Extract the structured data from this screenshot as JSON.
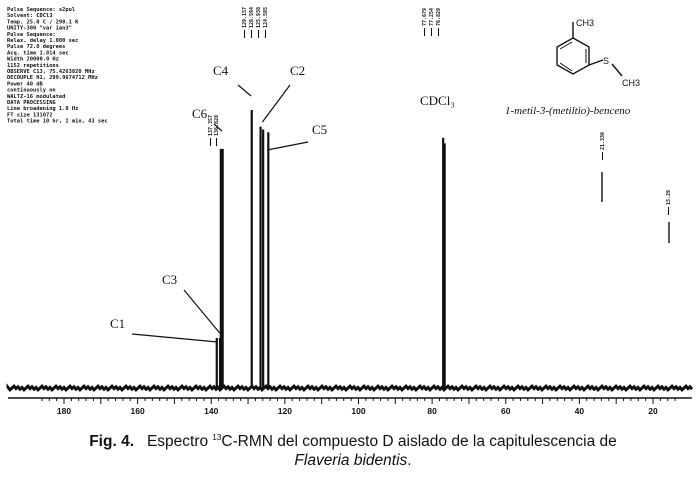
{
  "pulse_params": [
    "Pulse Sequence: s2pul",
    "Solvent: CDCl3",
    "Temp. 25.0 C / 298.1 K",
    "UNITY-300 \"var ian3\"",
    "Pulse Sequence:",
    "Relax. delay 1.000 sec",
    "Pulse 72.0 degrees",
    "Acq. time 1.814 sec",
    "Width 20000.0 Hz",
    "1152 repetitions",
    "OBSERVE C13, 75.4263820 MHz",
    "DECOUPLE H1, 299.9674712 MHz",
    "Power 40 dB",
    "continuously on",
    "WALTZ-16 modulated",
    "DATA PROCESSING",
    "Line broadening 1.0 Hz",
    "FT size 131072",
    "Total time 10 hr, 2 min, 43 sec"
  ],
  "compound": {
    "name": "1-metil-3-(metiltio)-benceno",
    "atom_labels": [
      "CH3",
      "S",
      "CH3"
    ]
  },
  "chart_data": {
    "type": "line",
    "xlabel": "",
    "ylabel": "",
    "x_axis_reversed": true,
    "x_ticks": [
      180,
      160,
      140,
      120,
      100,
      80,
      60,
      40,
      20
    ],
    "grid": false,
    "legend": "none",
    "series": [
      {
        "values": [
          {
            "ppm": 138.5,
            "height": 0.18
          },
          {
            "ppm": 137.6,
            "height": 0.18
          },
          {
            "ppm": 137.4,
            "height": 0.86
          },
          {
            "ppm": 136.9,
            "height": 0.86
          },
          {
            "ppm": 129.0,
            "height": 1.0
          },
          {
            "ppm": 126.6,
            "height": 0.94
          },
          {
            "ppm": 125.9,
            "height": 0.93
          },
          {
            "ppm": 124.5,
            "height": 0.92
          },
          {
            "ppm": 77.0,
            "height": 0.9
          },
          {
            "ppm": 76.6,
            "height": 0.88
          }
        ]
      }
    ],
    "annotations": [
      {
        "text": "C1",
        "ppm": 138.5
      },
      {
        "text": "C3",
        "ppm": 137.6
      },
      {
        "text": "C6",
        "ppm": 137.1
      },
      {
        "text": "C4",
        "ppm": 129.0
      },
      {
        "text": "C2",
        "ppm": 126.0
      },
      {
        "text": "C5",
        "ppm": 124.5
      },
      {
        "text": "CDCl₃",
        "ppm": 77.0
      }
    ],
    "shift_labels": [
      {
        "group": "aromatic",
        "texts": [
          "129.157",
          "126.594",
          "125.938",
          "124.585"
        ]
      },
      {
        "group": "C6",
        "texts": [
          "137.357",
          "136.828"
        ]
      },
      {
        "group": "solvent",
        "texts": [
          "77.679",
          "77.254",
          "76.829"
        ]
      },
      {
        "group": "methyl",
        "texts": [
          "21.336"
        ]
      },
      {
        "group": "methyl2",
        "texts": [
          "15.29"
        ]
      }
    ]
  },
  "caption": {
    "fig": "Fig. 4.",
    "text_a": "Espectro ",
    "sup": "13",
    "text_b": "C-RMN del compuesto D aislado de  la capitulescencia de",
    "species": "Flaveria bidentis",
    "end": "."
  }
}
